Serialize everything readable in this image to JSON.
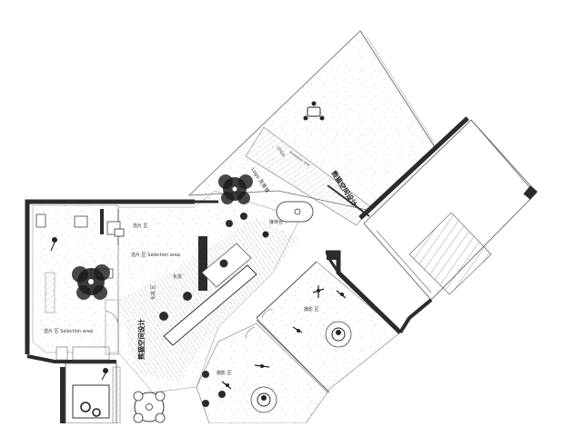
{
  "plan": {
    "labels": {
      "logo_upper": "Logo 背景墙",
      "logo_upper_small": "LOGO",
      "brand_upper": "熊猫空间设计",
      "brand_lower": "熊猫空间设计",
      "reception": "接待台",
      "selection_left": "选片 区 Selection area",
      "selection_mid": "选片 区 Selection area",
      "selection_mid_small": "选片 区",
      "display": "化妆 区",
      "display2": "化妆",
      "photo_right": "摄影 区",
      "photo_left": "摄影 区",
      "small_a": "Reception desk"
    },
    "colors": {
      "wall": "#2b2b2b",
      "line": "#555555",
      "hatch": "#9a9a9a",
      "text": "#333333",
      "tree": "#1a1a1a",
      "speckle": "#bdbdbd"
    }
  }
}
